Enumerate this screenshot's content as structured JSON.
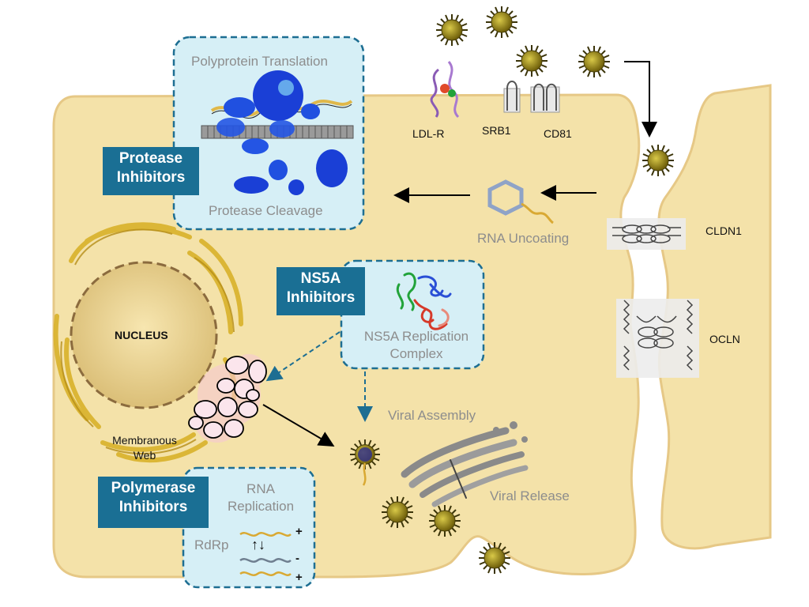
{
  "colors": {
    "cell_fill": "#f4e2a9",
    "cell_edge": "#e6c886",
    "inhibitor_box": "#1a6f94",
    "panel_fill": "#d6eff6",
    "panel_border": "#1d6e92",
    "virus": "#9c8a14"
  },
  "receptors": {
    "ldlr": "LDL-R",
    "srb1": "SRB1",
    "cd81": "CD81"
  },
  "junctions": {
    "cldn1": "CLDN1",
    "ocln": "OCLN"
  },
  "translation_panel": {
    "top_label": "Polyprotein Translation",
    "bottom_label": "Protease Cleavage"
  },
  "protease_inhibitors": {
    "line1": "Protease",
    "line2": "Inhibitors"
  },
  "uncoating": {
    "label": "RNA Uncoating"
  },
  "ns5a_inhibitors": {
    "line1": "NS5A",
    "line2": "Inhibitors"
  },
  "ns5a_panel": {
    "line1": "NS5A Replication",
    "line2": "Complex"
  },
  "nucleus": {
    "label": "NUCLEUS"
  },
  "membranous_web": {
    "line1": "Membranous",
    "line2": "Web"
  },
  "assembly": {
    "label": "Viral Assembly"
  },
  "release": {
    "label": "Viral Release"
  },
  "polymerase_inhibitors": {
    "line1": "Polymerase",
    "line2": "Inhibitors"
  },
  "replication_panel": {
    "line1": "RNA",
    "line2": "Replication",
    "enzyme": "RdRp",
    "plus_top": "+",
    "minus": "-",
    "plus_bottom": "+",
    "arrows": "↑↓"
  }
}
